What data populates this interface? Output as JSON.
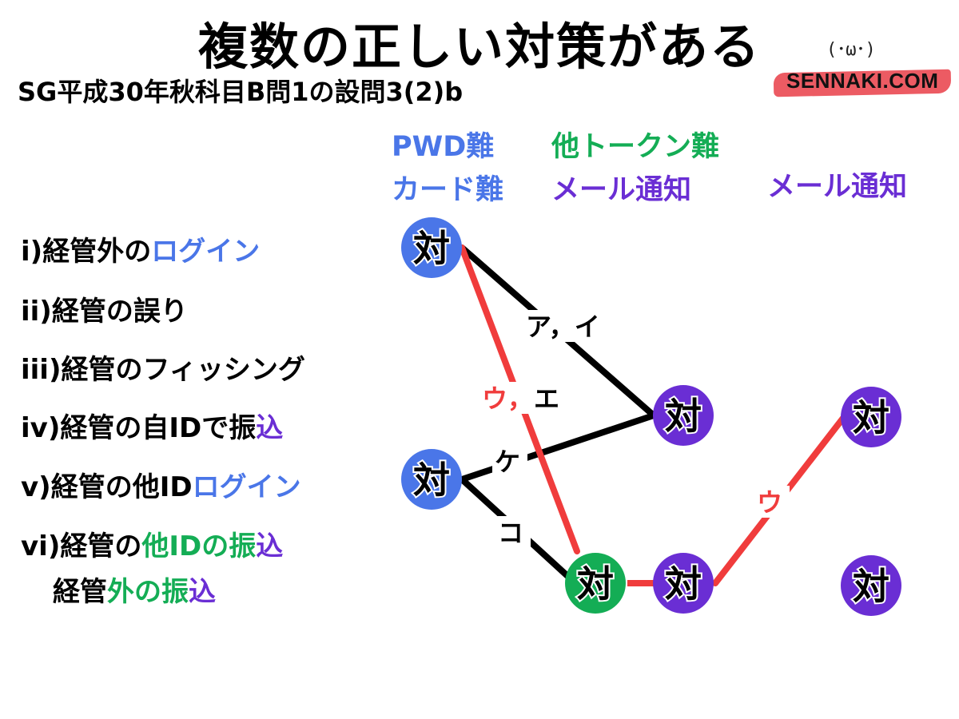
{
  "title": "複数の正しい対策がある",
  "subtitle": "SG平成30年秋科目B問1の設問3(2)b",
  "logo": {
    "face": "(･ω･)",
    "text": "SENNAKI.COM"
  },
  "colors": {
    "blue": "#4a76e8",
    "green": "#14ad55",
    "purple": "#6a2ed4",
    "red": "#f03c3c",
    "black": "#000000"
  },
  "columns": {
    "col1": [
      "PWD難",
      "カード難"
    ],
    "col2_top": "他トークン難",
    "col2_bottom": "メール通知",
    "col3": "メール通知"
  },
  "threats": [
    {
      "prefix": "i)経管外の",
      "highlight": "ログイン"
    },
    {
      "prefix": "ii)経管の誤り",
      "highlight": ""
    },
    {
      "prefix": "iii)経管のフィッシング",
      "highlight": ""
    },
    {
      "prefix": "iv)経管の自IDで振",
      "highlight": "込"
    },
    {
      "prefix": "v)経管の他ID",
      "highlight": "ログイン"
    },
    {
      "prefix": "vi)経管の",
      "green": "他IDの振",
      "purple": "込"
    },
    {
      "prefix": "経管",
      "green": "外の振",
      "purple": "込"
    }
  ],
  "node_label": "対",
  "edge_labels": {
    "ai": "ア，イ",
    "ue_u": "ウ，",
    "ue_e": "エ",
    "ke": "ケ",
    "ko": "コ",
    "u": "ウ"
  }
}
